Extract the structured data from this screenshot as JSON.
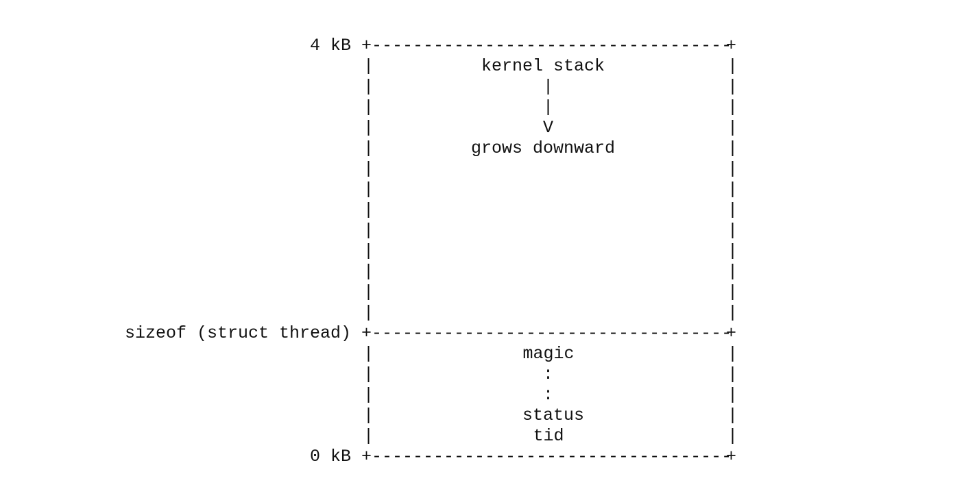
{
  "diagram": {
    "labels": {
      "top_address": "4 kB",
      "mid_address": "sizeof (struct thread)",
      "bottom_address": "0 kB"
    },
    "stack_region": {
      "title": "kernel stack",
      "arrow_stem_1": "|",
      "arrow_stem_2": "|",
      "arrow_head": "V",
      "direction": "grows downward"
    },
    "thread_region": {
      "field_1": "magic",
      "ellipsis_1": ":",
      "ellipsis_2": ":",
      "field_2": "status",
      "field_3": "tid"
    },
    "border": {
      "corner": "+",
      "horizontal": "-----------------------------------",
      "vertical": "|"
    }
  }
}
